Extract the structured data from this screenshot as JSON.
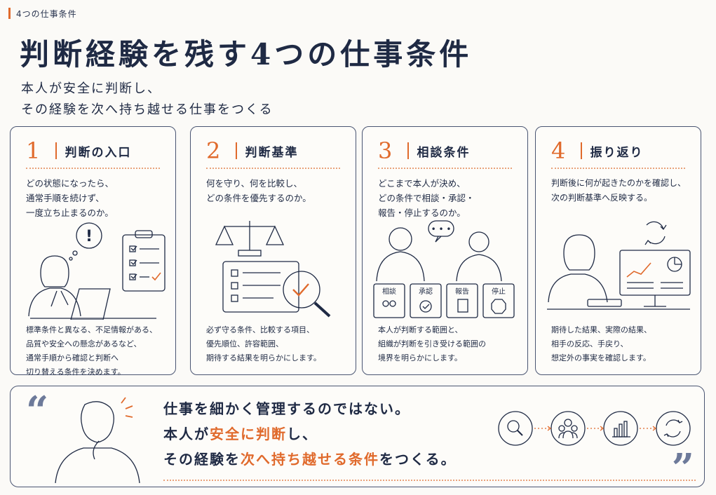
{
  "breadcrumb": "4つの仕事条件",
  "title": "判断経験を残す4つの仕事条件",
  "subtitle": [
    "本人が安全に判断し、",
    "その経験を次へ持ち越せる仕事をつくる"
  ],
  "cards": [
    {
      "num": "1",
      "title": "判断の入口",
      "desc": [
        "どの状態になったら、",
        "通常手順を続けず、",
        "一度立ち止まるのか。"
      ],
      "foot": [
        "標準条件と異なる、不足情報がある、",
        "品質や安全への懸念があるなど、",
        "通常手順から確認と判断へ",
        "切り替える条件を決めます。"
      ]
    },
    {
      "num": "2",
      "title": "判断基準",
      "desc": [
        "何を守り、何を比較し、",
        "どの条件を優先するのか。"
      ],
      "foot": [
        "必ず守る条件、比較する項目、",
        "優先順位、許容範囲、",
        "期待する結果を明らかにします。"
      ]
    },
    {
      "num": "3",
      "title": "相談条件",
      "desc": [
        "どこまで本人が決め、",
        "どの条件で相談・承認・",
        "報告・停止するのか。"
      ],
      "labels": [
        "相談",
        "承認",
        "報告",
        "停止"
      ],
      "foot": [
        "本人が判断する範囲と、",
        "組織が判断を引き受ける範囲の",
        "境界を明らかにします。"
      ]
    },
    {
      "num": "4",
      "title": "振り返り",
      "desc": [
        "判断後に何が起きたのかを確認し、",
        "次の判断基準へ反映する。"
      ],
      "foot": [
        "期待した結果、実際の結果、",
        "相手の反応、手戻り、",
        "想定外の事実を確認します。"
      ]
    }
  ],
  "message": {
    "line1": "仕事を細かく管理するのではない。",
    "line2_a": "本人が",
    "line2_b": "安全に判断",
    "line2_c": "し、",
    "line3_a": "その経験を",
    "line3_b": "次へ持ち越せる条件",
    "line3_c": "をつくる。"
  },
  "quote_open": "“",
  "quote_close": "”",
  "flow_icons": [
    "search-icon",
    "people-icon",
    "bar-chart-icon",
    "refresh-icon"
  ],
  "colors": {
    "navy": "#1f2a44",
    "accent": "#e06a2c",
    "border": "#4a5572"
  }
}
